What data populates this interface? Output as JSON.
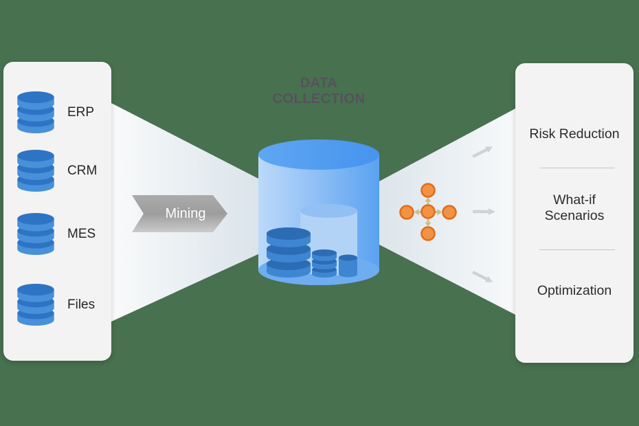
{
  "title": {
    "line1": "DATA",
    "line2": "COLLECTION"
  },
  "sources": {
    "items": [
      {
        "label": "ERP",
        "icon": "database-icon"
      },
      {
        "label": "CRM",
        "icon": "database-icon"
      },
      {
        "label": "MES",
        "icon": "database-icon"
      },
      {
        "label": "Files",
        "icon": "database-icon"
      }
    ]
  },
  "process": {
    "mining_label": "Mining"
  },
  "outcomes": {
    "items": [
      {
        "label": "Risk Reduction"
      },
      {
        "label": "What-if Scenarios"
      },
      {
        "label": "Optimization"
      }
    ]
  },
  "icons": {
    "collection": "cylinder-database-icon",
    "distribution": "orange-nodes-icon",
    "flow": "arrow-right-icon"
  },
  "colors": {
    "background": "#48714F",
    "panel": "#F3F3F3",
    "database_blue": "#4890D9",
    "database_rim_blue": "#2E74C4",
    "cylinder_blue": "#5AA2F0",
    "orange_node_fill": "#F29244",
    "orange_node_border": "#E06E1A",
    "tan_arrow": "#C9BD8B",
    "gray_arrow": "#D2D2D2",
    "title_text": "#55525D",
    "mining_gray": "#9D9D9D"
  }
}
